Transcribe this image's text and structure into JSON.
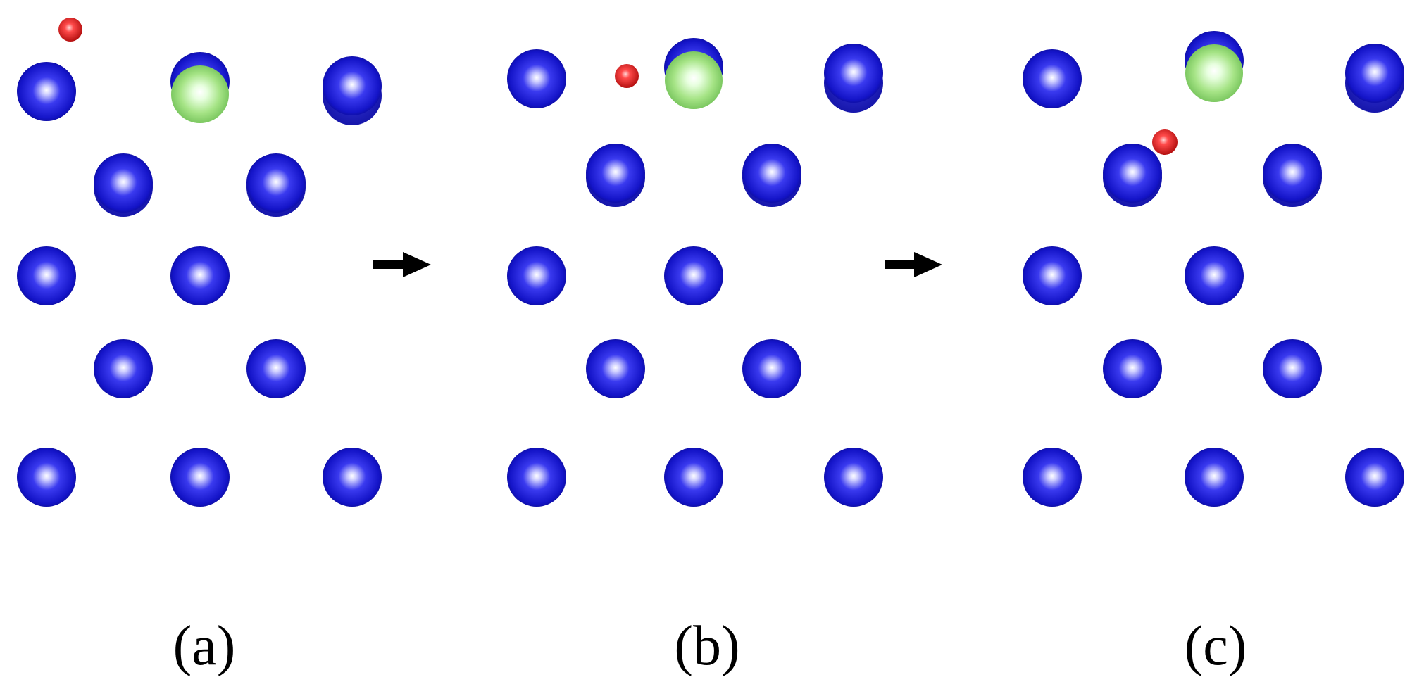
{
  "panel_labels": [
    "(a)",
    "(b)",
    "(c)"
  ],
  "colors": {
    "background": "#ffffff",
    "lattice_atom": "#1a1adb",
    "lattice_atom_highlight": "#e8e8ff",
    "shifted_atom": "#86d86a",
    "shifted_atom_highlight": "#f4fff0",
    "small_atom": "#e01818",
    "arrow": "#000000"
  },
  "legend": []
}
